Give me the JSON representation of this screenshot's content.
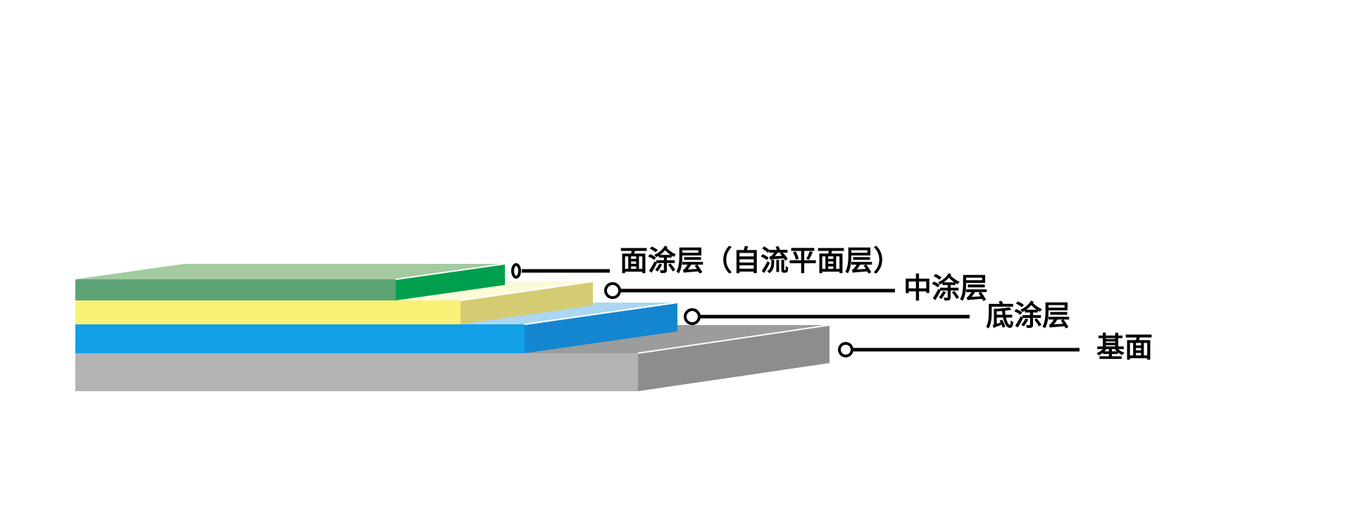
{
  "diagram": {
    "background": "#ffffff",
    "leader_color": "#000000",
    "label_color": "#000000",
    "edge_highlight_color": "#ffffff",
    "layers": [
      {
        "id": "topcoat",
        "label": "面涂层（自流平面层）",
        "colors": {
          "top": "#a3caa1",
          "front": "#5ca476",
          "end": "#009f4d"
        }
      },
      {
        "id": "midcoat",
        "label": "中涂层",
        "colors": {
          "top": "#fcfad9",
          "front": "#faf176",
          "end": "#d5cb72"
        }
      },
      {
        "id": "primer",
        "label": "底涂层",
        "colors": {
          "top": "#abd7f3",
          "front": "#12a0e9",
          "end": "#1486d0"
        }
      },
      {
        "id": "base",
        "label": "基面",
        "colors": {
          "top": "#9c9c9c",
          "front": "#b3b3b3",
          "end": "#8d8d8d"
        }
      }
    ]
  }
}
